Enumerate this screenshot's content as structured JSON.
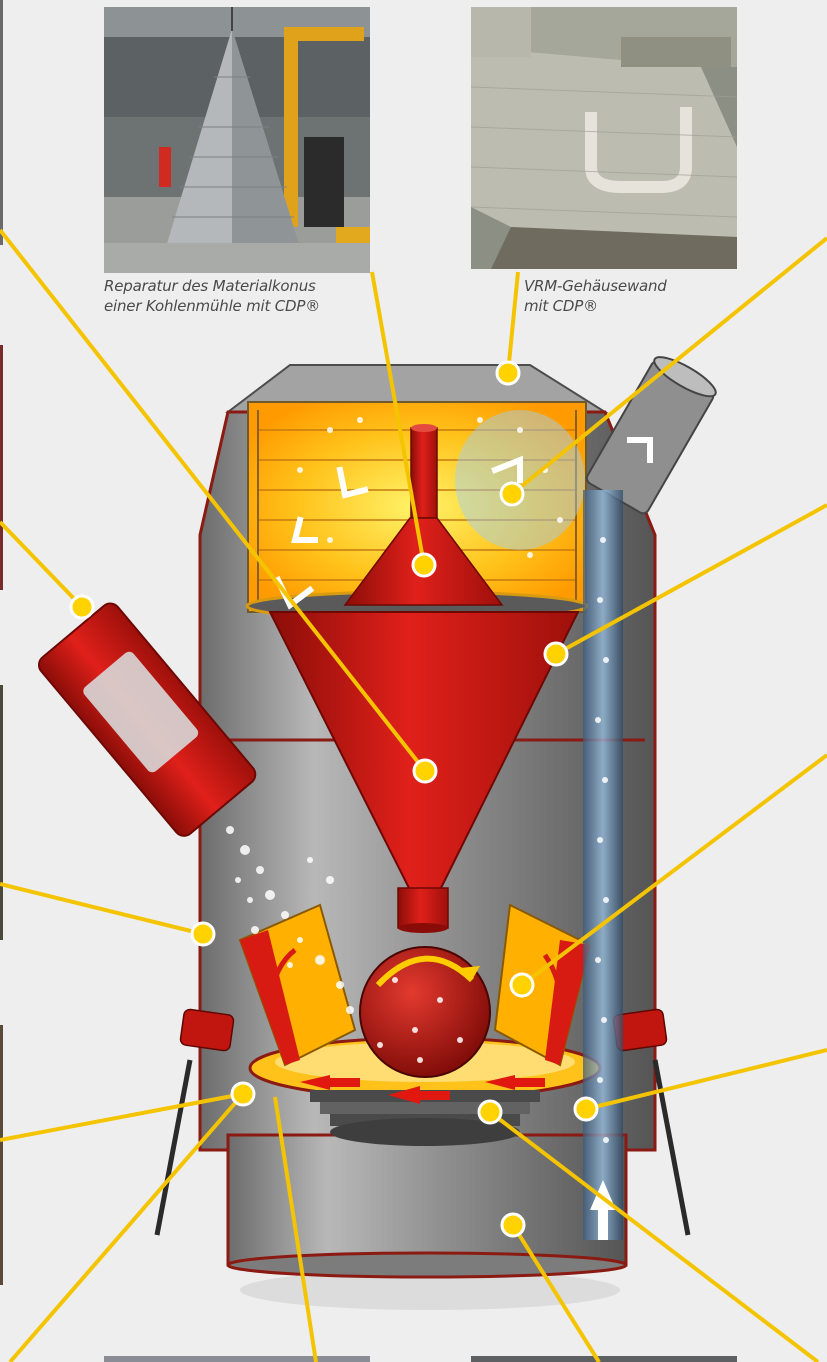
{
  "photos": [
    {
      "name": "material-cone-photo",
      "caption_lines": [
        "Reparatur des Materialkonus",
        "einer Kohlenmühle mit CDP®"
      ]
    },
    {
      "name": "vrm-housing-wall-photo",
      "caption_lines": [
        "VRM-Gehäusewand",
        "mit CDP®"
      ]
    }
  ],
  "colors": {
    "callout_line": "#f5c400",
    "callout_dot": "#ffd200",
    "housing_grey": "#9a9a9a",
    "housing_dark": "#5b5b5b",
    "body_red": "#c0160f",
    "yellow_glow": "#ffb000"
  }
}
